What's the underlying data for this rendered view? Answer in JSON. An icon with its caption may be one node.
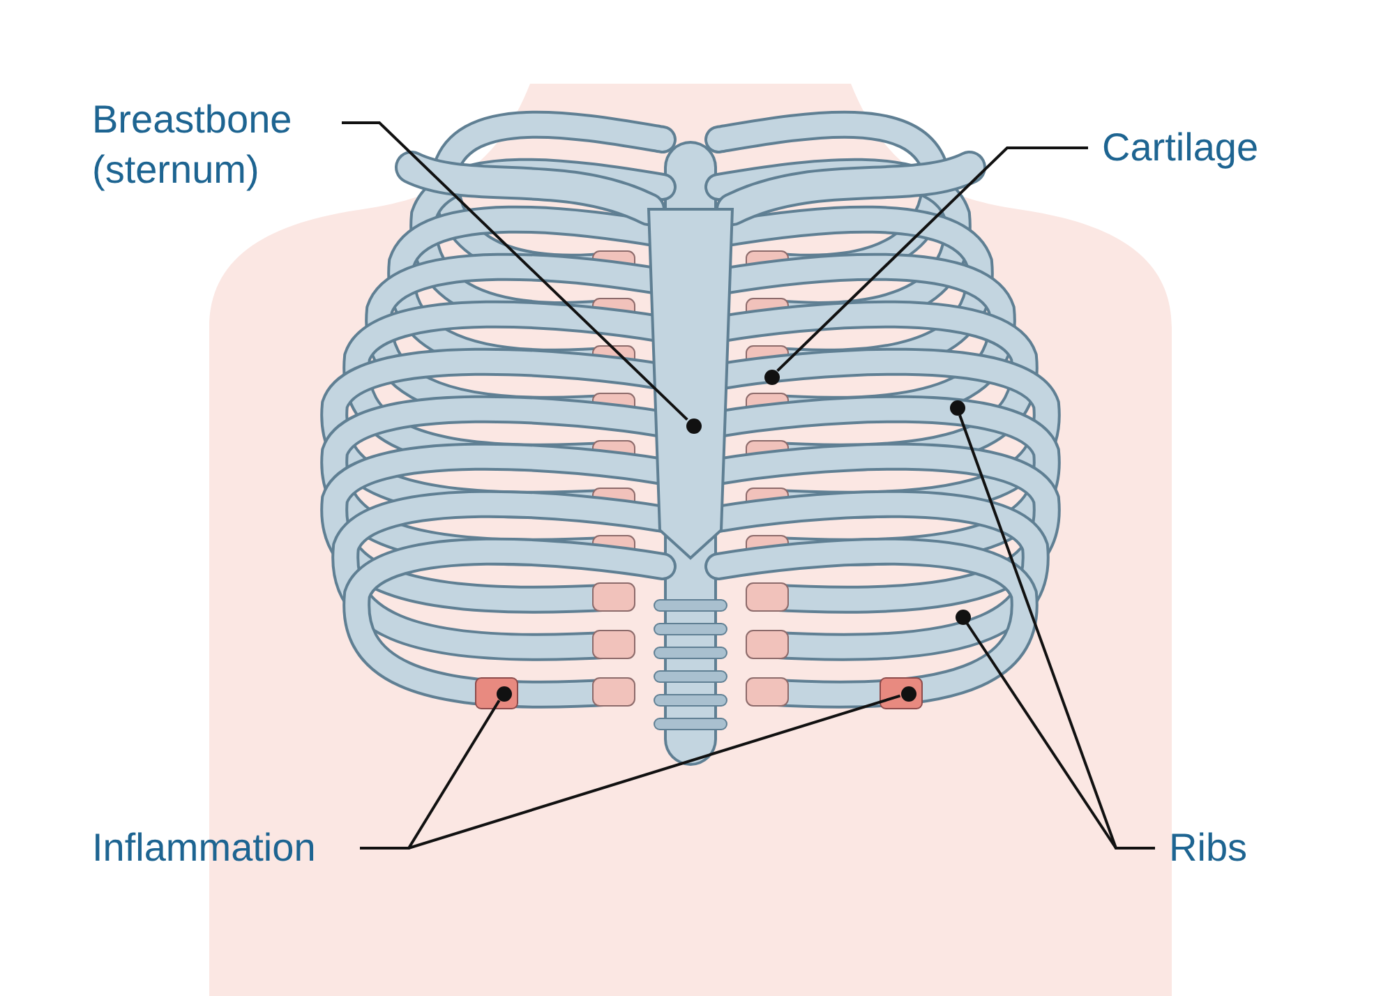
{
  "diagram": {
    "nodes": [
      {
        "text": [
          "Breastbone (sternum)"
        ]
      },
      {
        "text": [
          "Cartilage"
        ]
      },
      {
        "text": [
          "Inflammation"
        ]
      },
      {
        "text": [
          "Ribs"
        ]
      },
      {
        "text": [],
        "shape": "circle"
      },
      {
        "text": [],
        "shape": "circle"
      },
      {
        "text": [],
        "shape": "circle"
      },
      {
        "text": [],
        "shape": "circle"
      },
      {
        "text": [],
        "shape": "circle"
      },
      {
        "text": [],
        "shape": "circle"
      }
    ],
    "edges": [
      {
        "from": 0,
        "to": 4,
        "arrow": "none"
      },
      {
        "from": 1,
        "to": 5,
        "arrow": "none"
      },
      {
        "from": 2,
        "to": 8,
        "arrow": "none"
      },
      {
        "from": 2,
        "to": 9,
        "arrow": "none"
      },
      {
        "from": 3,
        "to": 6,
        "arrow": "none"
      },
      {
        "from": 3,
        "to": 7,
        "arrow": "none"
      }
    ]
  }
}
